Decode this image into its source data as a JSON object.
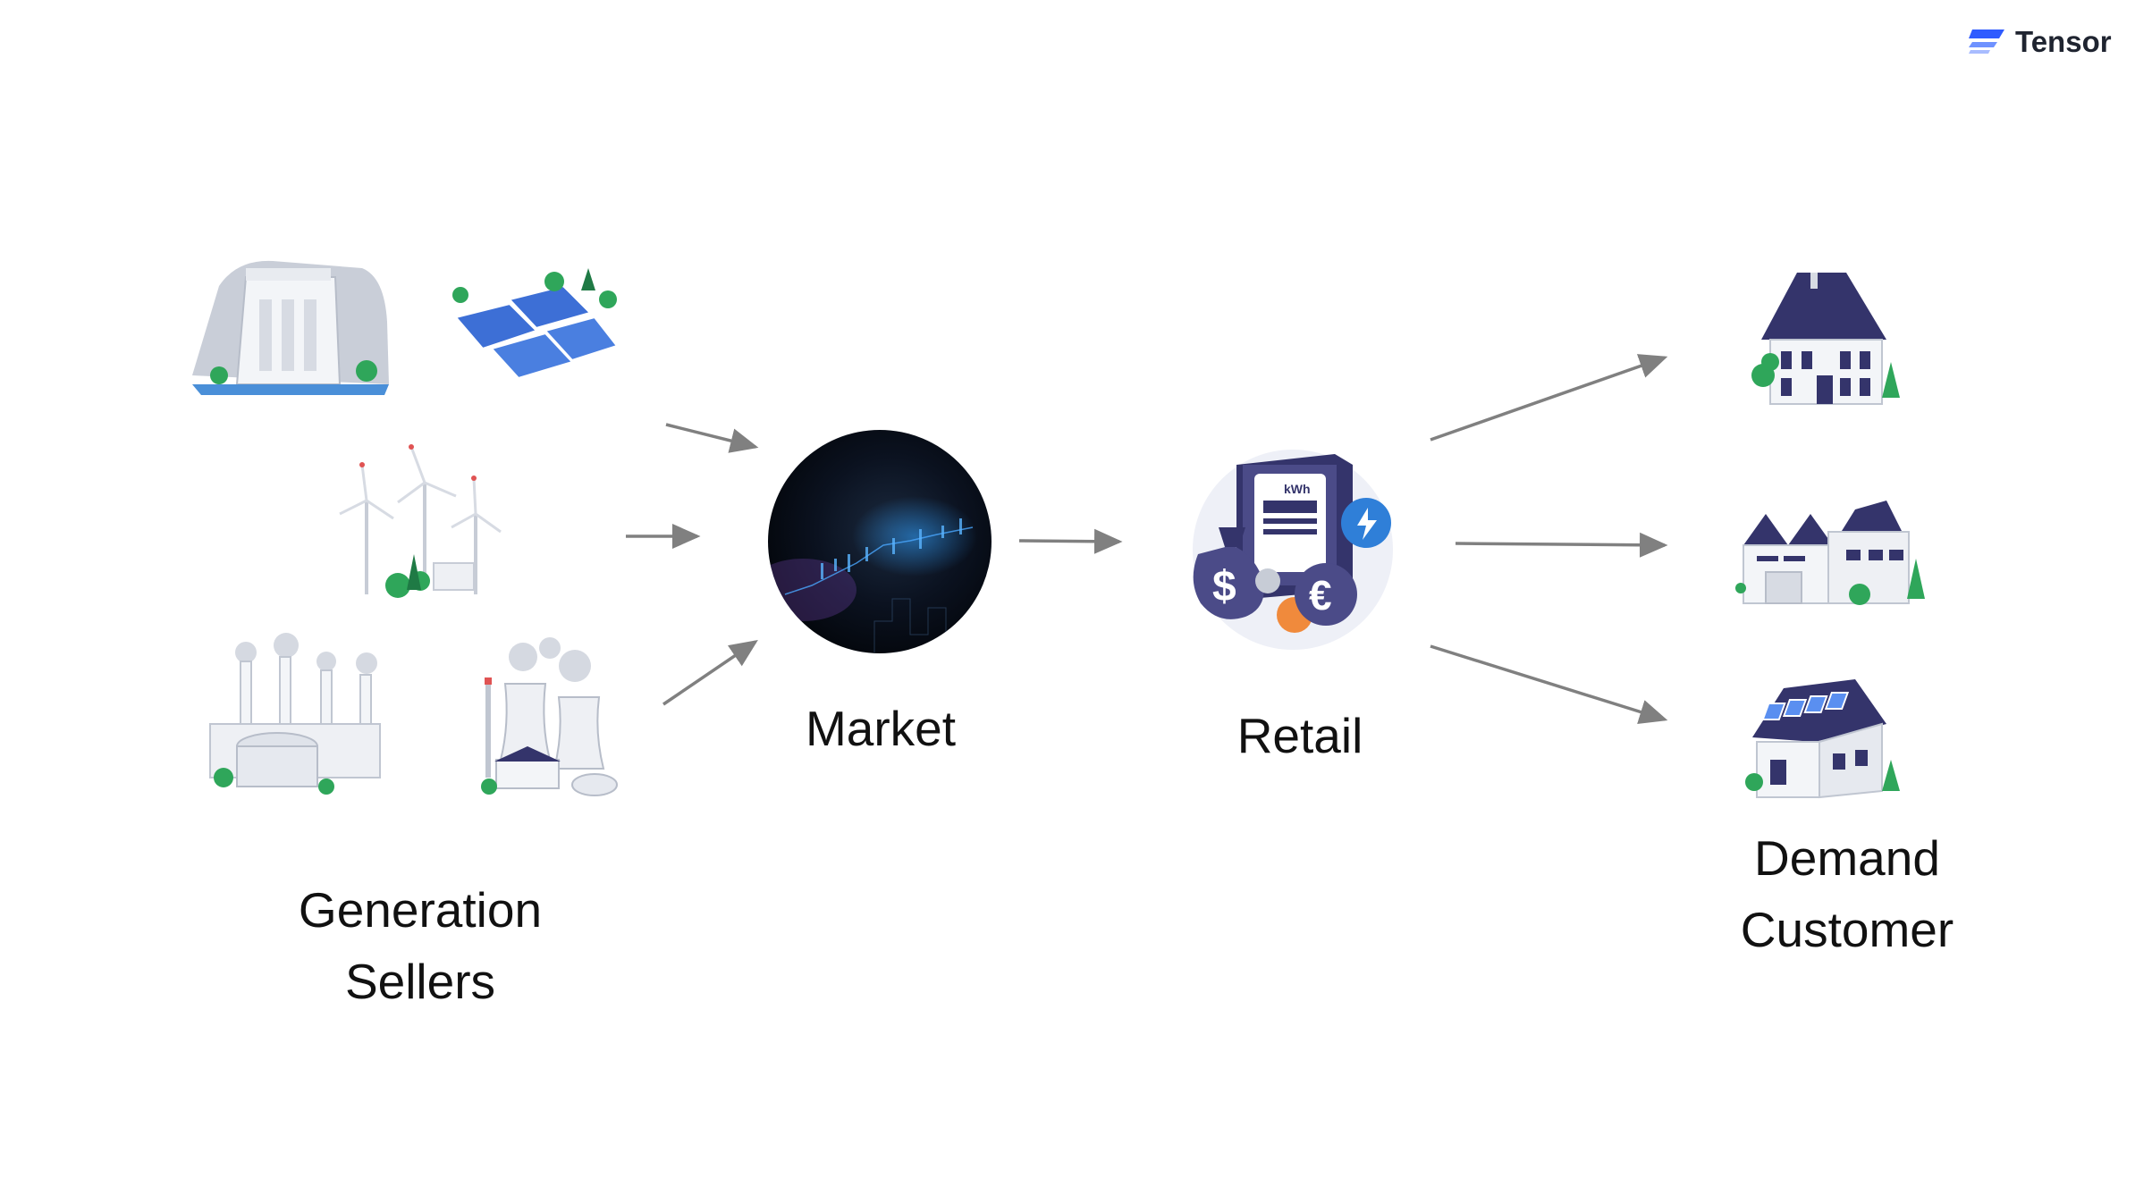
{
  "brand": {
    "name": "Tensor",
    "color": "#2f5bff"
  },
  "nodes": {
    "generation": {
      "line1": "Generation",
      "line2": "Sellers"
    },
    "market": {
      "label": "Market"
    },
    "retail": {
      "label": "Retail"
    },
    "demand": {
      "line1": "Demand",
      "line2": "Customer"
    }
  },
  "icons": {
    "generation": [
      "hydro-dam-icon",
      "solar-farm-icon",
      "wind-turbines-icon",
      "coal-plant-icon",
      "nuclear-plant-icon"
    ],
    "market": "market-chart-icon",
    "retail": "energy-meter-money-icon",
    "demand": [
      "house-icon",
      "factory-icon",
      "solar-roof-house-icon"
    ]
  },
  "colors": {
    "arrow": "#808080",
    "roof": "#34346b",
    "wall": "#eef0f4",
    "tree": "#2fa65a",
    "panel": "#3d6fd6"
  }
}
